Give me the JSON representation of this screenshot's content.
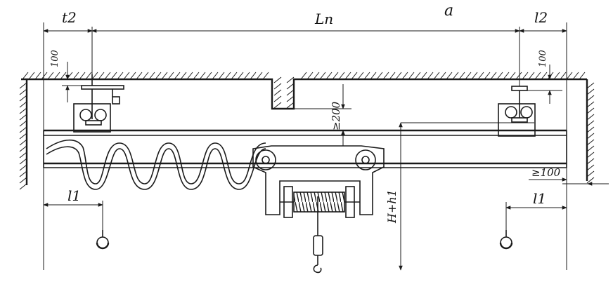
{
  "labels": {
    "t2_left": "t2",
    "l2_right": "l2",
    "lp": "Lп",
    "a": "a",
    "l1_left": "l1",
    "l1_right": "l1",
    "dim_100_left": "100",
    "dim_100_right": "100",
    "dim_ge200": "≥200",
    "dim_ge100": "≥100",
    "height": "H+h1"
  },
  "colors": {
    "ink": "#1a1a1a",
    "paper": "#ffffff"
  }
}
